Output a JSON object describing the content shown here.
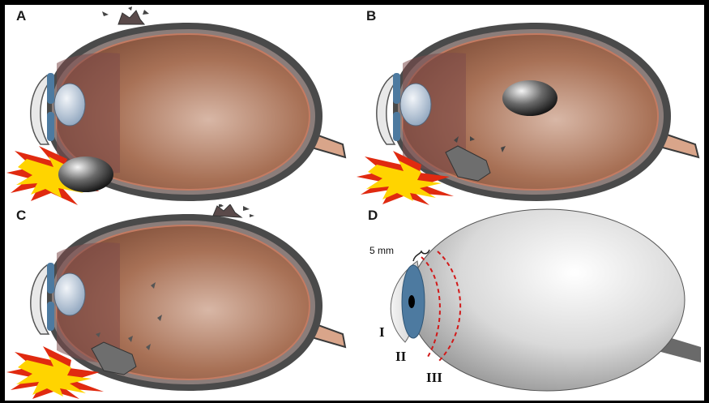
{
  "panels": [
    {
      "label": "A"
    },
    {
      "label": "B"
    },
    {
      "label": "C"
    },
    {
      "label": "D"
    }
  ],
  "panel_d": {
    "measurement": "5 mm",
    "zones": [
      "I",
      "II",
      "III"
    ]
  },
  "colors": {
    "vitreous": "#a87156",
    "sclera_outer": "#4a4a4a",
    "sclera_inner": "#8b7d7a",
    "lens": "#b7c7da",
    "cornea_blue": "#4d7aa0",
    "optic_nerve": "#d9a58a",
    "blast_red": "#e02a10",
    "blast_yellow": "#ffd400",
    "dashed_zone": "#d11a1a"
  }
}
